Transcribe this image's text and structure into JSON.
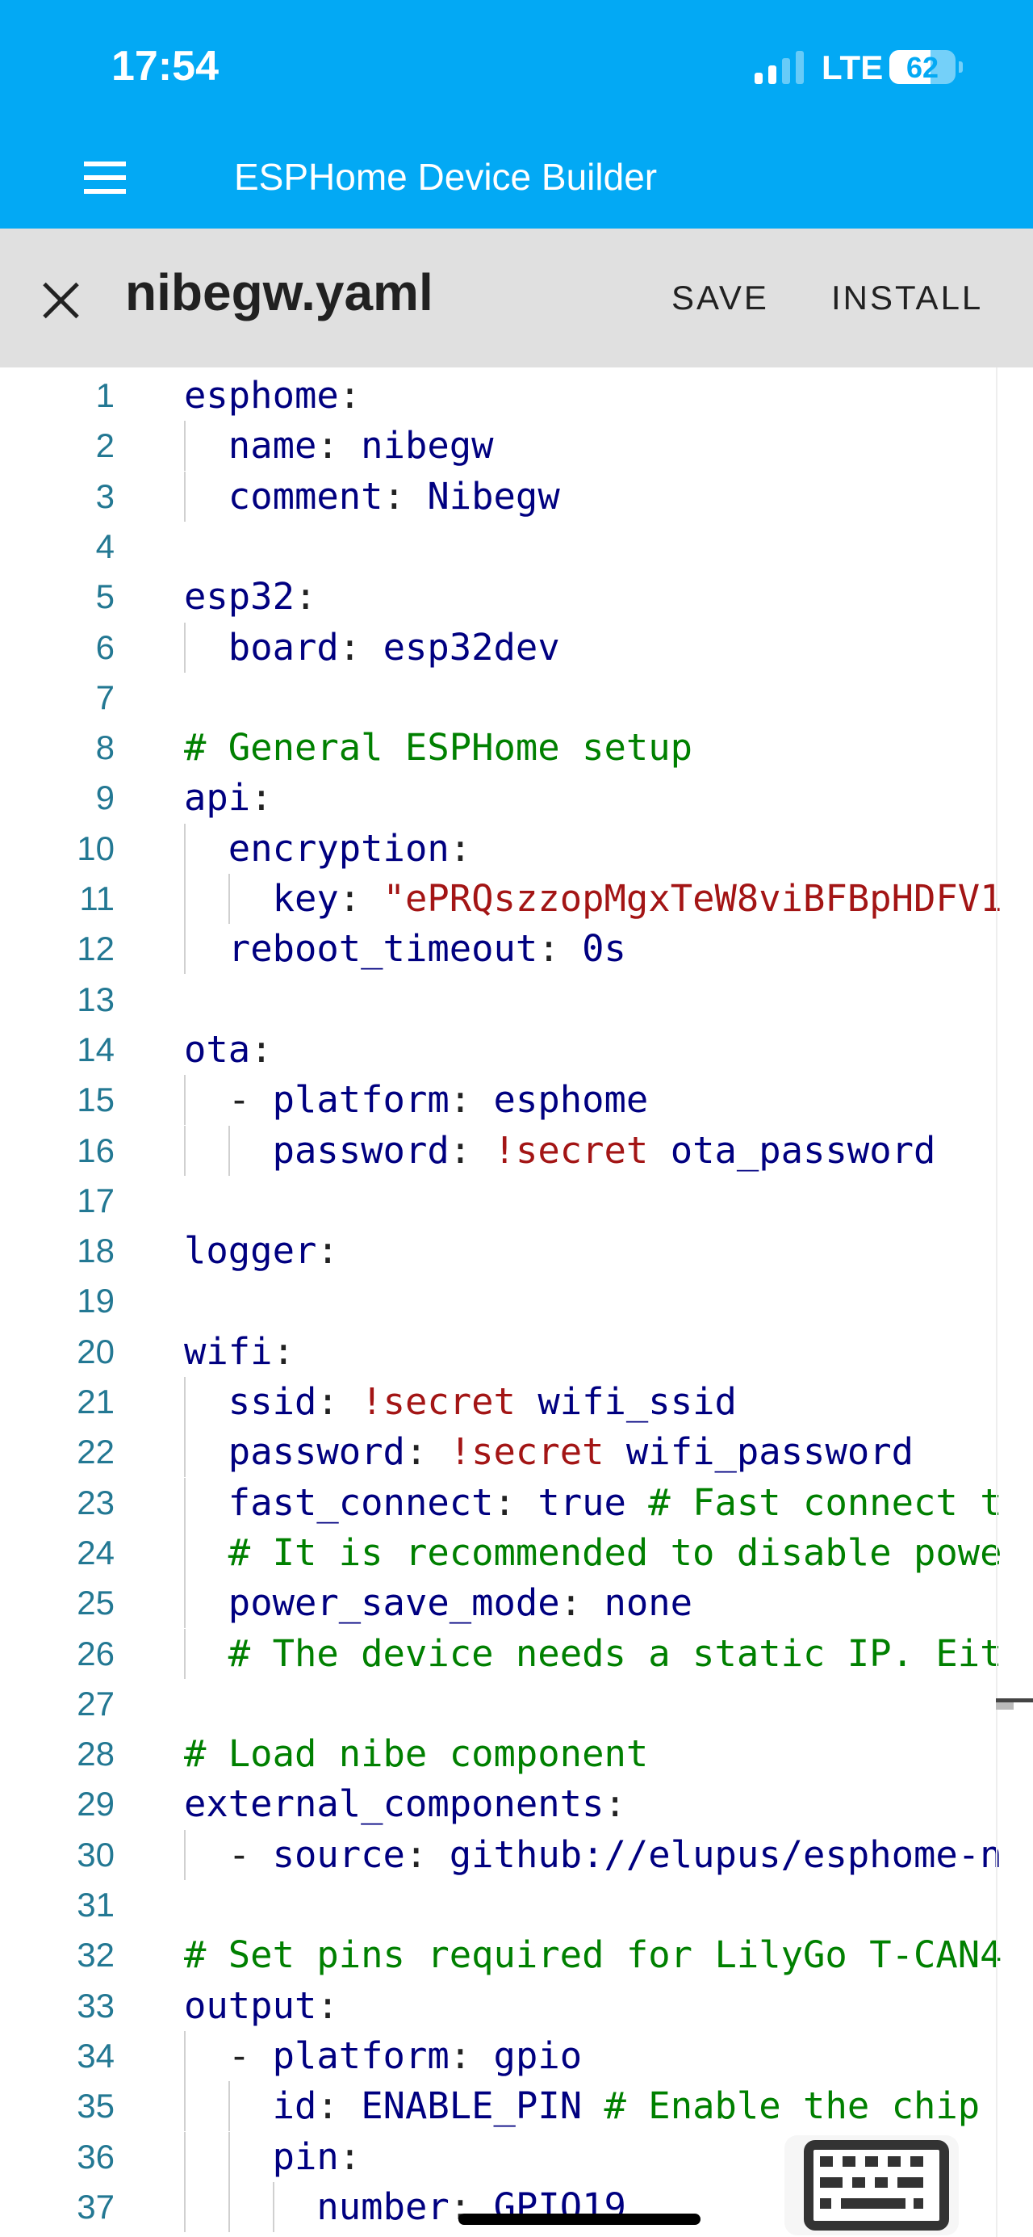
{
  "status_bar": {
    "time": "17:54",
    "network": "LTE",
    "battery_level": "62",
    "battery_fraction": 0.62,
    "signal_bars": 2,
    "signal_total": 4
  },
  "app_bar": {
    "title": "ESPHome Device Builder",
    "menu_icon": "hamburger-icon"
  },
  "toolbar": {
    "close_icon": "close-icon",
    "filename": "nibegw.yaml",
    "save_label": "SAVE",
    "install_label": "INSTALL"
  },
  "colors": {
    "accent": "#03a9f4",
    "toolbar_bg": "#e0e0e0",
    "line_number": "#237893",
    "key": "#000080",
    "string": "#a31515",
    "comment": "#008000"
  },
  "code": {
    "lines": [
      {
        "n": "1",
        "indent": 0,
        "tokens": [
          [
            "esphome",
            "k"
          ],
          [
            ":",
            "p"
          ]
        ]
      },
      {
        "n": "2",
        "indent": 1,
        "tokens": [
          [
            "name",
            "k"
          ],
          [
            ": ",
            "p"
          ],
          [
            "nibegw",
            "v"
          ]
        ]
      },
      {
        "n": "3",
        "indent": 1,
        "tokens": [
          [
            "comment",
            "k"
          ],
          [
            ": ",
            "p"
          ],
          [
            "Nibegw",
            "v"
          ]
        ]
      },
      {
        "n": "4",
        "indent": 0,
        "tokens": []
      },
      {
        "n": "5",
        "indent": 0,
        "tokens": [
          [
            "esp32",
            "k"
          ],
          [
            ":",
            "p"
          ]
        ]
      },
      {
        "n": "6",
        "indent": 1,
        "tokens": [
          [
            "board",
            "k"
          ],
          [
            ": ",
            "p"
          ],
          [
            "esp32dev",
            "v"
          ]
        ]
      },
      {
        "n": "7",
        "indent": 0,
        "tokens": []
      },
      {
        "n": "8",
        "indent": 0,
        "tokens": [
          [
            "# General ESPHome setup",
            "c"
          ]
        ]
      },
      {
        "n": "9",
        "indent": 0,
        "tokens": [
          [
            "api",
            "k"
          ],
          [
            ":",
            "p"
          ]
        ]
      },
      {
        "n": "10",
        "indent": 1,
        "tokens": [
          [
            "encryption",
            "k"
          ],
          [
            ":",
            "p"
          ]
        ]
      },
      {
        "n": "11",
        "indent": 2,
        "tokens": [
          [
            "key",
            "k"
          ],
          [
            ": ",
            "p"
          ],
          [
            "\"ePRQszzopMgxTeW8viBFBpHDFV1",
            "s"
          ]
        ]
      },
      {
        "n": "12",
        "indent": 1,
        "tokens": [
          [
            "reboot_timeout",
            "k"
          ],
          [
            ": ",
            "p"
          ],
          [
            "0s",
            "v"
          ]
        ]
      },
      {
        "n": "13",
        "indent": 0,
        "tokens": []
      },
      {
        "n": "14",
        "indent": 0,
        "tokens": [
          [
            "ota",
            "k"
          ],
          [
            ":",
            "p"
          ]
        ]
      },
      {
        "n": "15",
        "indent": 1,
        "tokens": [
          [
            "- ",
            "p"
          ],
          [
            "platform",
            "k"
          ],
          [
            ": ",
            "p"
          ],
          [
            "esphome",
            "v"
          ]
        ]
      },
      {
        "n": "16",
        "indent": 2,
        "tokens": [
          [
            "password",
            "k"
          ],
          [
            ": ",
            "p"
          ],
          [
            "!secret",
            "t"
          ],
          [
            " ota_password",
            "v"
          ]
        ]
      },
      {
        "n": "17",
        "indent": 0,
        "tokens": []
      },
      {
        "n": "18",
        "indent": 0,
        "tokens": [
          [
            "logger",
            "k"
          ],
          [
            ":",
            "p"
          ]
        ]
      },
      {
        "n": "19",
        "indent": 0,
        "tokens": []
      },
      {
        "n": "20",
        "indent": 0,
        "tokens": [
          [
            "wifi",
            "k"
          ],
          [
            ":",
            "p"
          ]
        ]
      },
      {
        "n": "21",
        "indent": 1,
        "tokens": [
          [
            "ssid",
            "k"
          ],
          [
            ": ",
            "p"
          ],
          [
            "!secret",
            "t"
          ],
          [
            " wifi_ssid",
            "v"
          ]
        ]
      },
      {
        "n": "22",
        "indent": 1,
        "tokens": [
          [
            "password",
            "k"
          ],
          [
            ": ",
            "p"
          ],
          [
            "!secret",
            "t"
          ],
          [
            " wifi_password",
            "v"
          ]
        ]
      },
      {
        "n": "23",
        "indent": 1,
        "tokens": [
          [
            "fast_connect",
            "k"
          ],
          [
            ": ",
            "p"
          ],
          [
            "true",
            "v"
          ],
          [
            " # Fast connect t",
            "c"
          ]
        ]
      },
      {
        "n": "24",
        "indent": 1,
        "tokens": [
          [
            "# It is recommended to disable powe",
            "c"
          ]
        ]
      },
      {
        "n": "25",
        "indent": 1,
        "tokens": [
          [
            "power_save_mode",
            "k"
          ],
          [
            ": ",
            "p"
          ],
          [
            "none",
            "v"
          ]
        ]
      },
      {
        "n": "26",
        "indent": 1,
        "tokens": [
          [
            "# The device needs a static IP. Eit",
            "c"
          ]
        ]
      },
      {
        "n": "27",
        "indent": 0,
        "tokens": []
      },
      {
        "n": "28",
        "indent": 0,
        "tokens": [
          [
            "# Load nibe component",
            "c"
          ]
        ]
      },
      {
        "n": "29",
        "indent": 0,
        "tokens": [
          [
            "external_components",
            "k"
          ],
          [
            ":",
            "p"
          ]
        ]
      },
      {
        "n": "30",
        "indent": 1,
        "tokens": [
          [
            "- ",
            "p"
          ],
          [
            "source",
            "k"
          ],
          [
            ": ",
            "p"
          ],
          [
            "github://elupus/esphome-n",
            "v"
          ]
        ]
      },
      {
        "n": "31",
        "indent": 0,
        "tokens": []
      },
      {
        "n": "32",
        "indent": 0,
        "tokens": [
          [
            "# Set pins required for LilyGo T-CAN4",
            "c"
          ]
        ]
      },
      {
        "n": "33",
        "indent": 0,
        "tokens": [
          [
            "output",
            "k"
          ],
          [
            ":",
            "p"
          ]
        ]
      },
      {
        "n": "34",
        "indent": 1,
        "tokens": [
          [
            "- ",
            "p"
          ],
          [
            "platform",
            "k"
          ],
          [
            ": ",
            "p"
          ],
          [
            "gpio",
            "v"
          ]
        ]
      },
      {
        "n": "35",
        "indent": 2,
        "tokens": [
          [
            "id",
            "k"
          ],
          [
            ": ",
            "p"
          ],
          [
            "ENABLE_PIN",
            "v"
          ],
          [
            " # Enable the chip",
            "c"
          ]
        ]
      },
      {
        "n": "36",
        "indent": 2,
        "tokens": [
          [
            "pin",
            "k"
          ],
          [
            ":",
            "p"
          ]
        ]
      },
      {
        "n": "37",
        "indent": 3,
        "tokens": [
          [
            "number",
            "k"
          ],
          [
            ": ",
            "p"
          ],
          [
            "GPIO19",
            "v"
          ]
        ]
      }
    ]
  },
  "keyboard_toggle": {
    "icon": "keyboard-icon"
  }
}
